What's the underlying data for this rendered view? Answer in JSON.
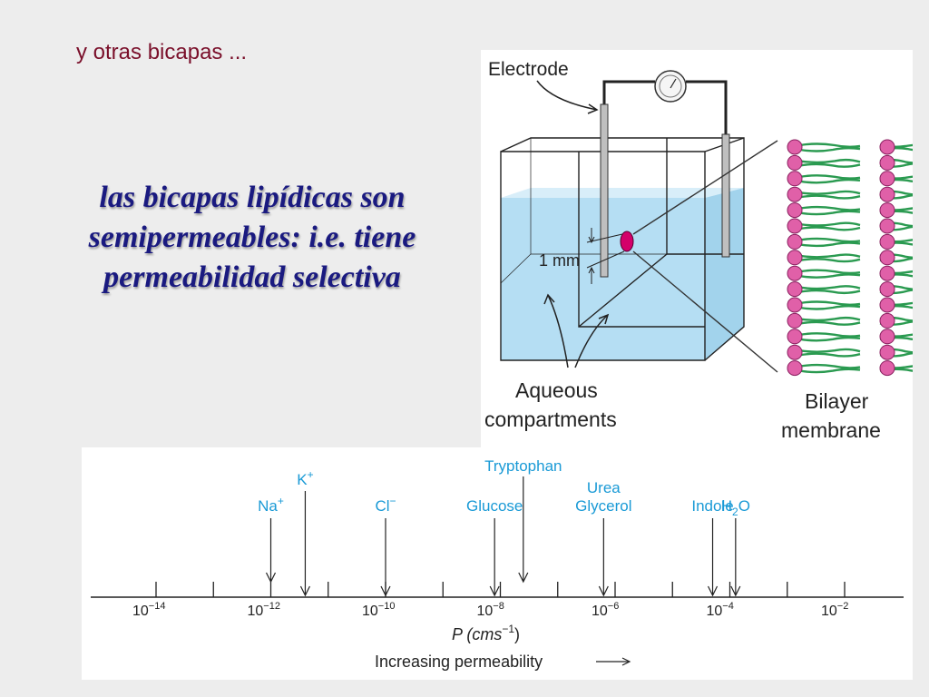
{
  "slide": {
    "subtitle": "y otras bicapas ...",
    "body_line_1": "las bicapas lipídicas son",
    "body_line_2": "semipermeables: i.e. tiene",
    "body_line_3": "permeabilidad selectiva"
  },
  "diagram": {
    "electrode_label": "Electrode",
    "gap_label": "1 mm",
    "compartments_line_1": "Aqueous",
    "compartments_line_2": "compartments",
    "bilayer_line_1": "Bilayer",
    "bilayer_line_2": "membrane",
    "water_color": "#b5def3",
    "head_color": "#e060a8",
    "tail_color": "#2a9a50",
    "hole_color": "#d4006a"
  },
  "scale": {
    "axis_label_main": "P (cms",
    "axis_label_exp": "−1",
    "axis_label_close": ")",
    "direction_label": "Increasing permeability",
    "label_color": "#1a9ad6",
    "ticks": [
      {
        "base": "10",
        "exp": "−14"
      },
      {
        "base": "10",
        "exp": "−12"
      },
      {
        "base": "10",
        "exp": "−10"
      },
      {
        "base": "10",
        "exp": "−8"
      },
      {
        "base": "10",
        "exp": "−6"
      },
      {
        "base": "10",
        "exp": "−4"
      },
      {
        "base": "10",
        "exp": "−2"
      }
    ],
    "molecules": [
      {
        "main": "Na",
        "sup": "+"
      },
      {
        "main": "K",
        "sup": "+"
      },
      {
        "main": "Cl",
        "sup": "−"
      },
      {
        "main": "Glucose"
      },
      {
        "main": "Tryptophan"
      },
      {
        "main": "Urea"
      },
      {
        "main": "Glycerol"
      },
      {
        "main": "Indole"
      },
      {
        "main": "H",
        "sub": "2",
        "after": "O"
      }
    ]
  }
}
